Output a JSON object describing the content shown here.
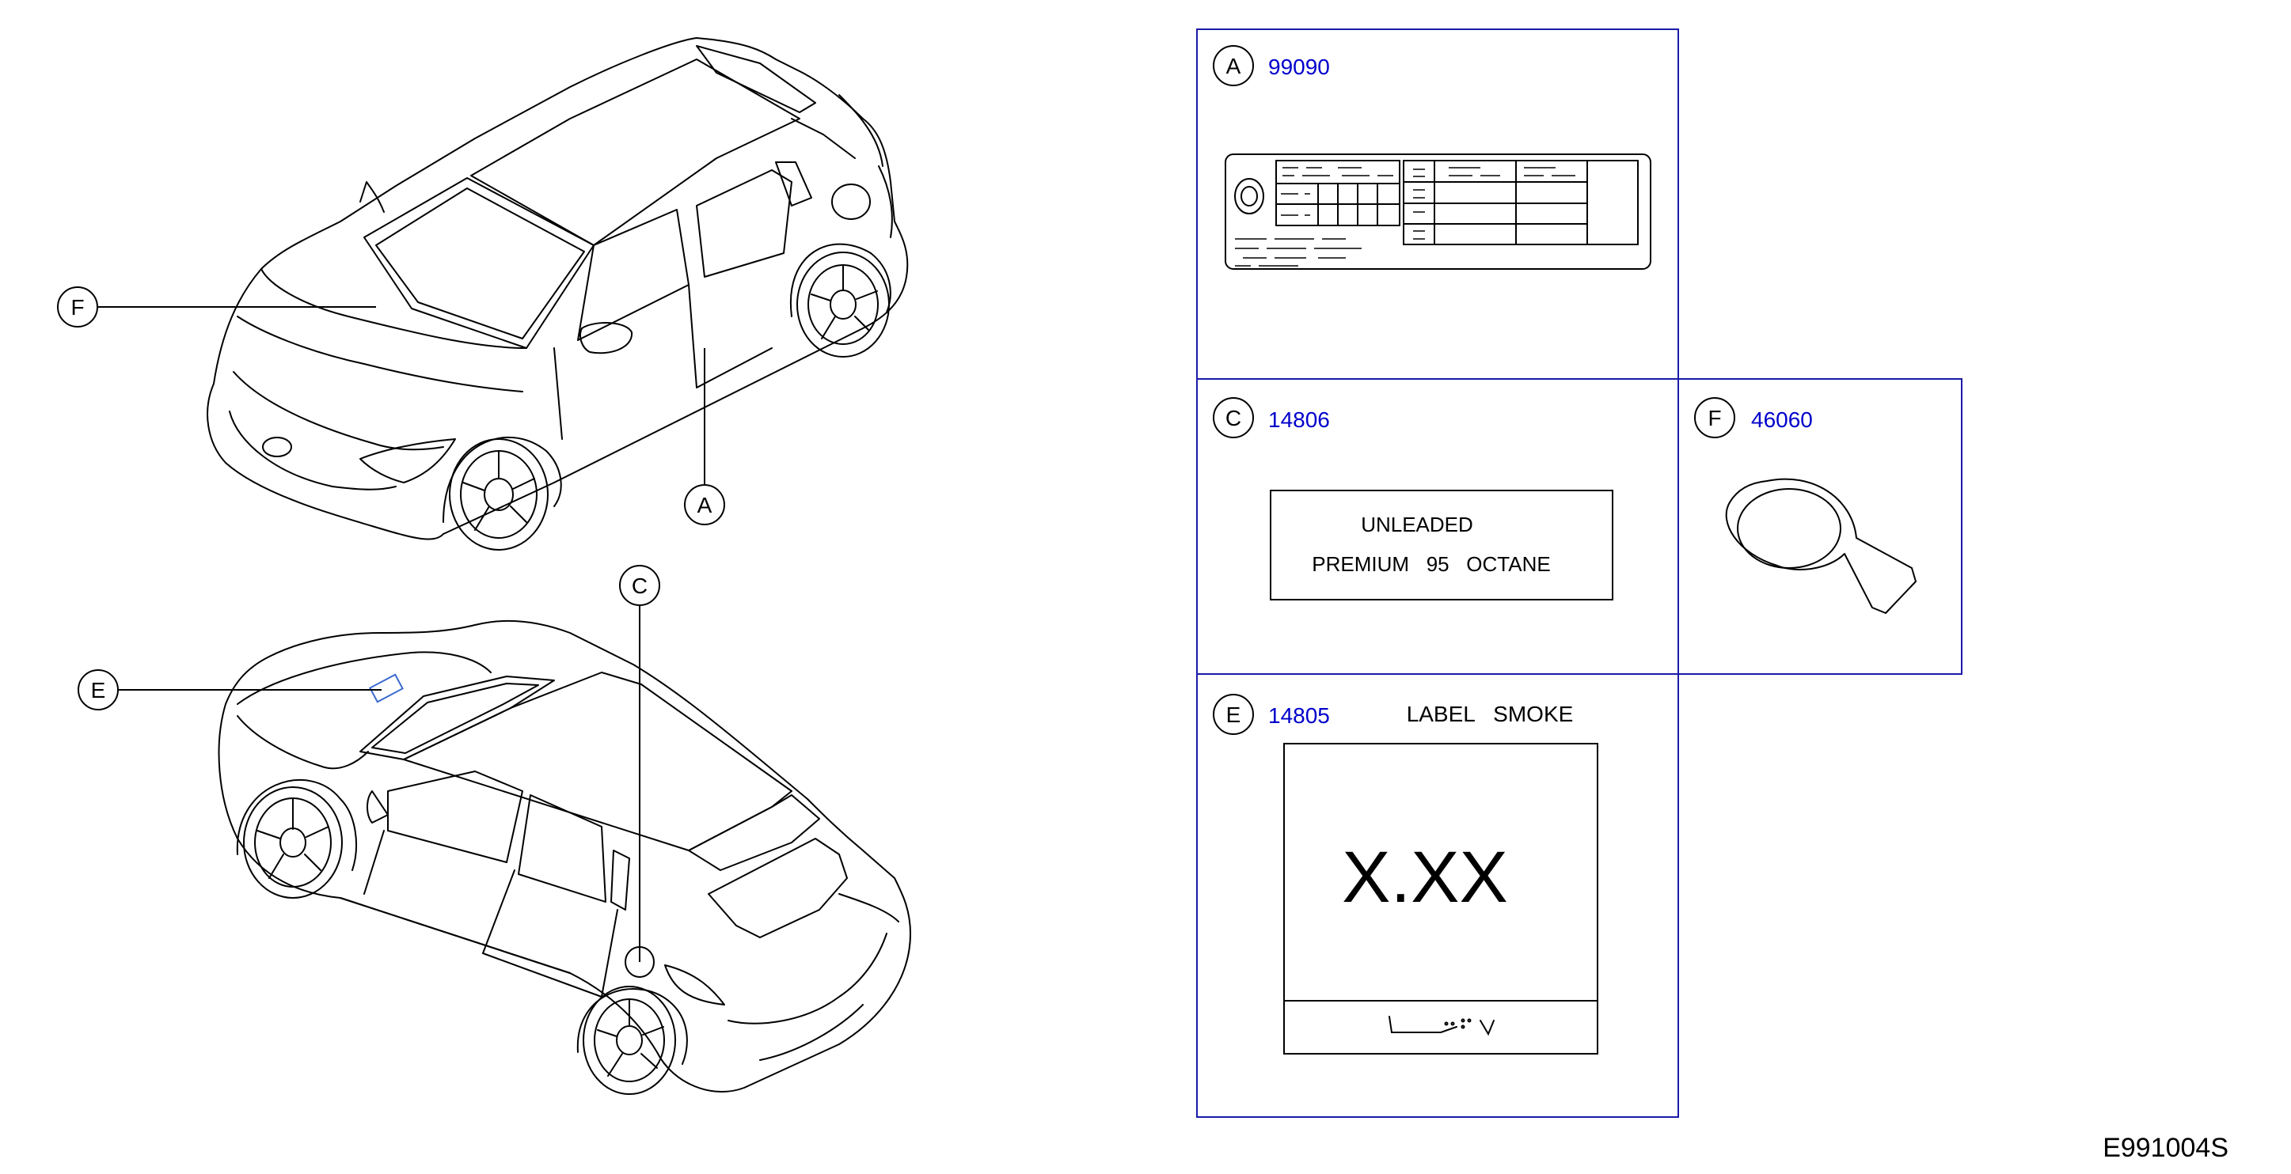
{
  "diagram_id": "E991004S",
  "colors": {
    "line": "#000000",
    "frame": "#1a1aa8",
    "part_number": "#0000cc",
    "highlight": "#3a6bd1"
  },
  "car_callouts": {
    "top_view": [
      "F",
      "A"
    ],
    "bottom_view": [
      "C",
      "E"
    ]
  },
  "panels": {
    "A": {
      "letter": "A",
      "part_number": "99090"
    },
    "C": {
      "letter": "C",
      "part_number": "14806",
      "label_line1": "UNLEADED",
      "label_line2": "PREMIUM   95   OCTANE"
    },
    "F": {
      "letter": "F",
      "part_number": "46060"
    },
    "E": {
      "letter": "E",
      "part_number": "14805",
      "title": "LABEL   SMOKE",
      "big_text": "X.XX"
    }
  },
  "icons": [
    "tire-label-icon",
    "fuel-cap-seal-icon",
    "emission-script-icon"
  ]
}
